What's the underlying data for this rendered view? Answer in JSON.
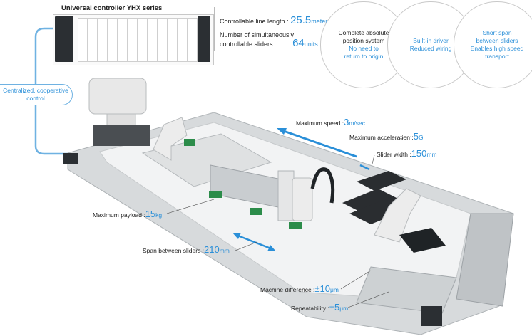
{
  "controller": {
    "title": "Universal controller YHX series",
    "line_length_label": "Controllable line length :",
    "line_length_value": "25.5",
    "line_length_unit": "meters",
    "sliders_label_1": "Number of simultaneously",
    "sliders_label_2": "controllable sliders :",
    "sliders_value": "64",
    "sliders_unit": "units"
  },
  "features": [
    {
      "title_1": "Complete absolute",
      "title_2": "position system",
      "sub_1": "No need to",
      "sub_2": "return to origin"
    },
    {
      "line_1": "Built-in driver",
      "line_2": "Reduced wiring"
    },
    {
      "line_1": "Short span",
      "line_2": "between sliders",
      "line_3": "Enables high speed",
      "line_4": "transport"
    }
  ],
  "cooperative": {
    "line_1": "Centralized, cooperative",
    "line_2": "control"
  },
  "specs": {
    "max_speed": {
      "label": "Maximum speed :",
      "value": "3",
      "unit": "m/sec"
    },
    "max_accel": {
      "label": "Maximum acceleration :",
      "value": "5",
      "unit": "G"
    },
    "slider_width": {
      "label": "Slider width :",
      "value": "150",
      "unit": "mm"
    },
    "max_payload": {
      "label": "Maximum payload :",
      "value": "15",
      "unit": "kg"
    },
    "span": {
      "label": "Span between sliders :",
      "value": "210",
      "unit": "mm"
    },
    "machine_diff": {
      "label": "Machine difference :",
      "value": "±10",
      "unit": "μm"
    },
    "repeatability": {
      "label": "Repeatability :",
      "value": "±5",
      "unit": "μm"
    }
  },
  "colors": {
    "accent": "#2a8fd8",
    "rail": "#c5c9cc",
    "robot": "#e8e8e8",
    "dark": "#2b2f33"
  }
}
